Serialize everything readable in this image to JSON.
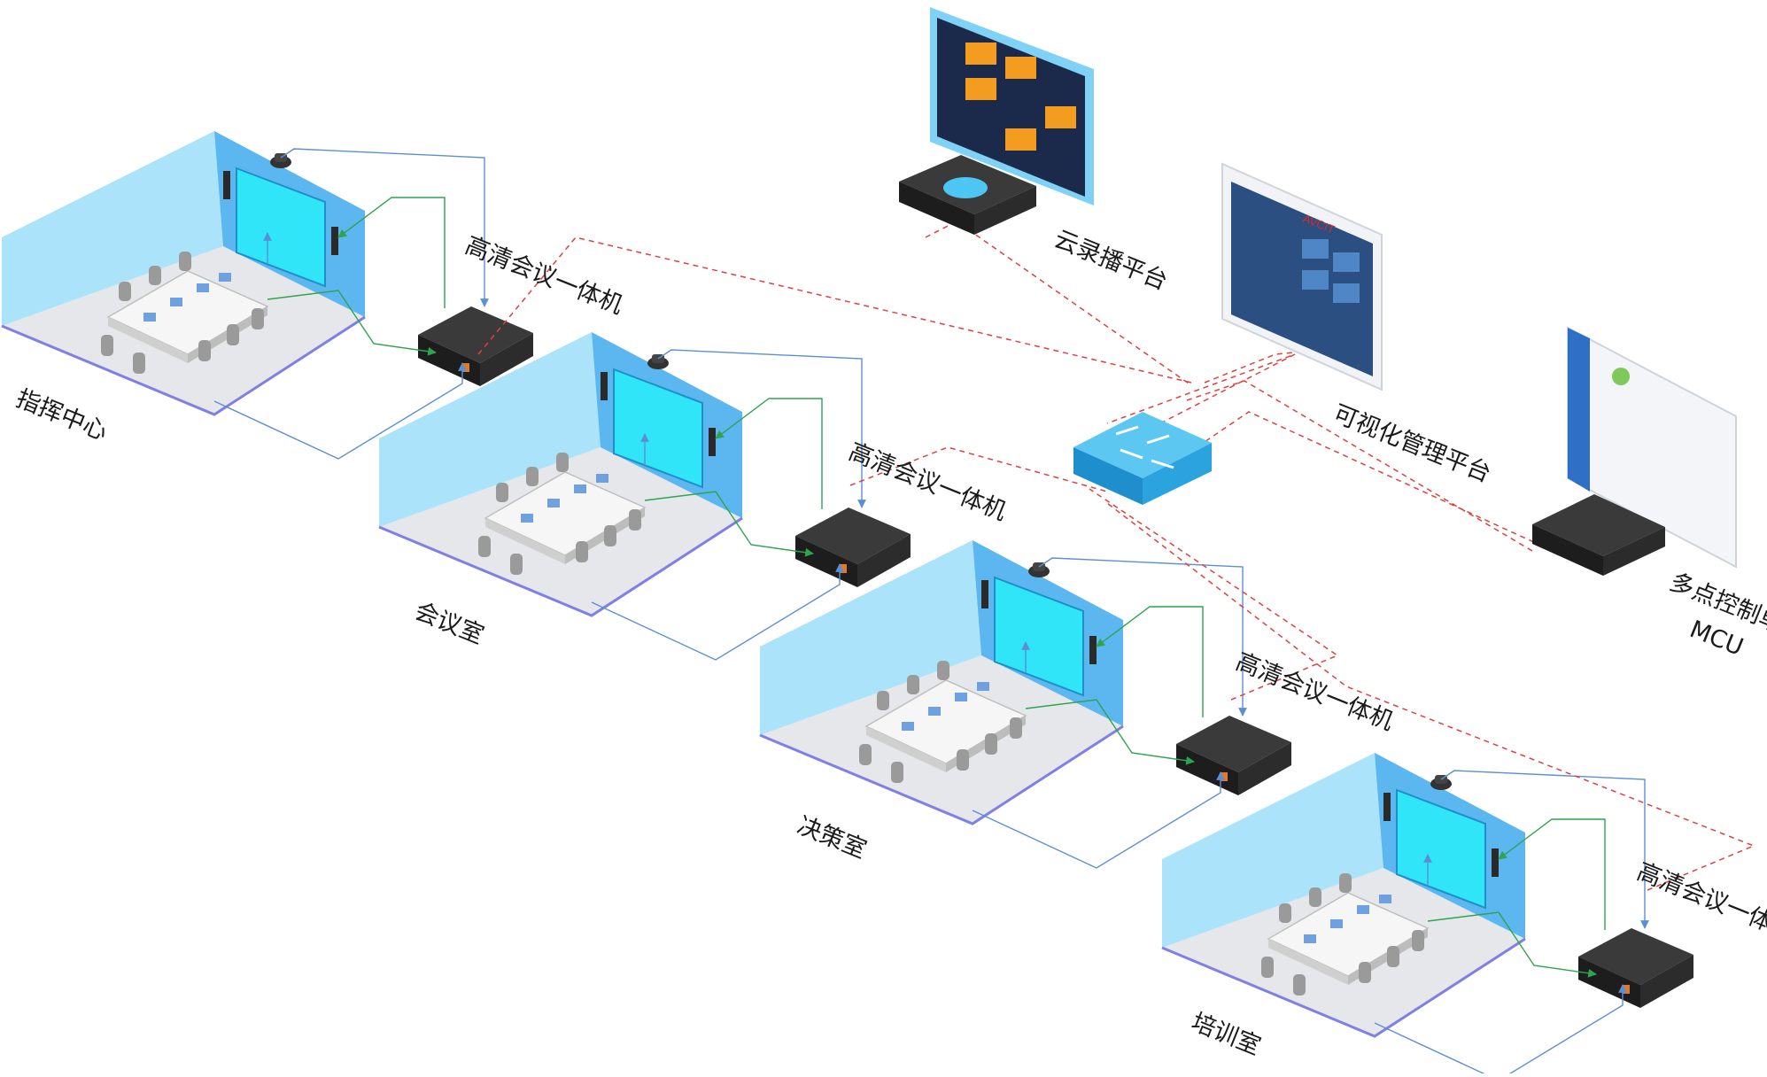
{
  "rooms": [
    {
      "name": "指挥中心",
      "device": "高清会议一体机"
    },
    {
      "name": "会议室",
      "device": "高清会议一体机"
    },
    {
      "name": "决策室",
      "device": "高清会议一体机"
    },
    {
      "name": "培训室",
      "device": "高清会议一体机"
    }
  ],
  "platforms": {
    "cloud_recording": "云录播平台",
    "visual_management": "可视化管理平台",
    "mcu_line1": "多点控制单元",
    "mcu_line2": "MCU",
    "screen_brand": "AVCIT"
  },
  "colors": {
    "wall_light": "#a9e4fb",
    "wall_dark": "#5ab4ee",
    "floor": "#e4e6e9",
    "screen": "#2ce6f7",
    "device": "#222222",
    "switch": "#29a9e0",
    "link_blue": "#5b8fd4",
    "link_green": "#2ea44f",
    "link_red": "#e04040"
  }
}
